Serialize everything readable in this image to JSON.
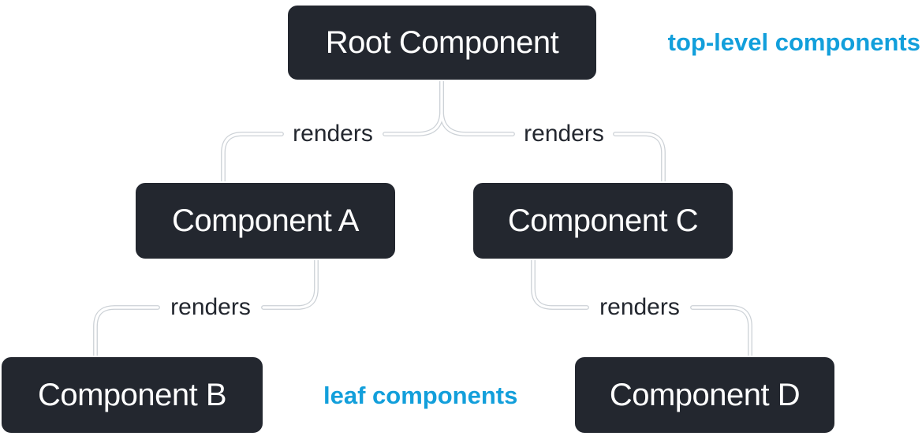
{
  "diagram": {
    "colors": {
      "canvas_bg": "#ffffff",
      "node_bg": "#23272f",
      "node_text": "#ffffff",
      "node_border": "#ffffff",
      "edge_line": "#ffffff",
      "edge_line_edge": "#ccd1d6",
      "edge_label_text": "#23272f",
      "annotation_text": "#129fdb"
    },
    "nodes": {
      "root": {
        "label": "Root Component"
      },
      "component_a": {
        "label": "Component A"
      },
      "component_b": {
        "label": "Component B"
      },
      "component_c": {
        "label": "Component C"
      },
      "component_d": {
        "label": "Component D"
      }
    },
    "edge_labels": {
      "root_to_a": "renders",
      "root_to_c": "renders",
      "a_to_b": "renders",
      "c_to_d": "renders"
    },
    "annotations": {
      "top_level": "top-level components",
      "leaf": "leaf components"
    }
  }
}
